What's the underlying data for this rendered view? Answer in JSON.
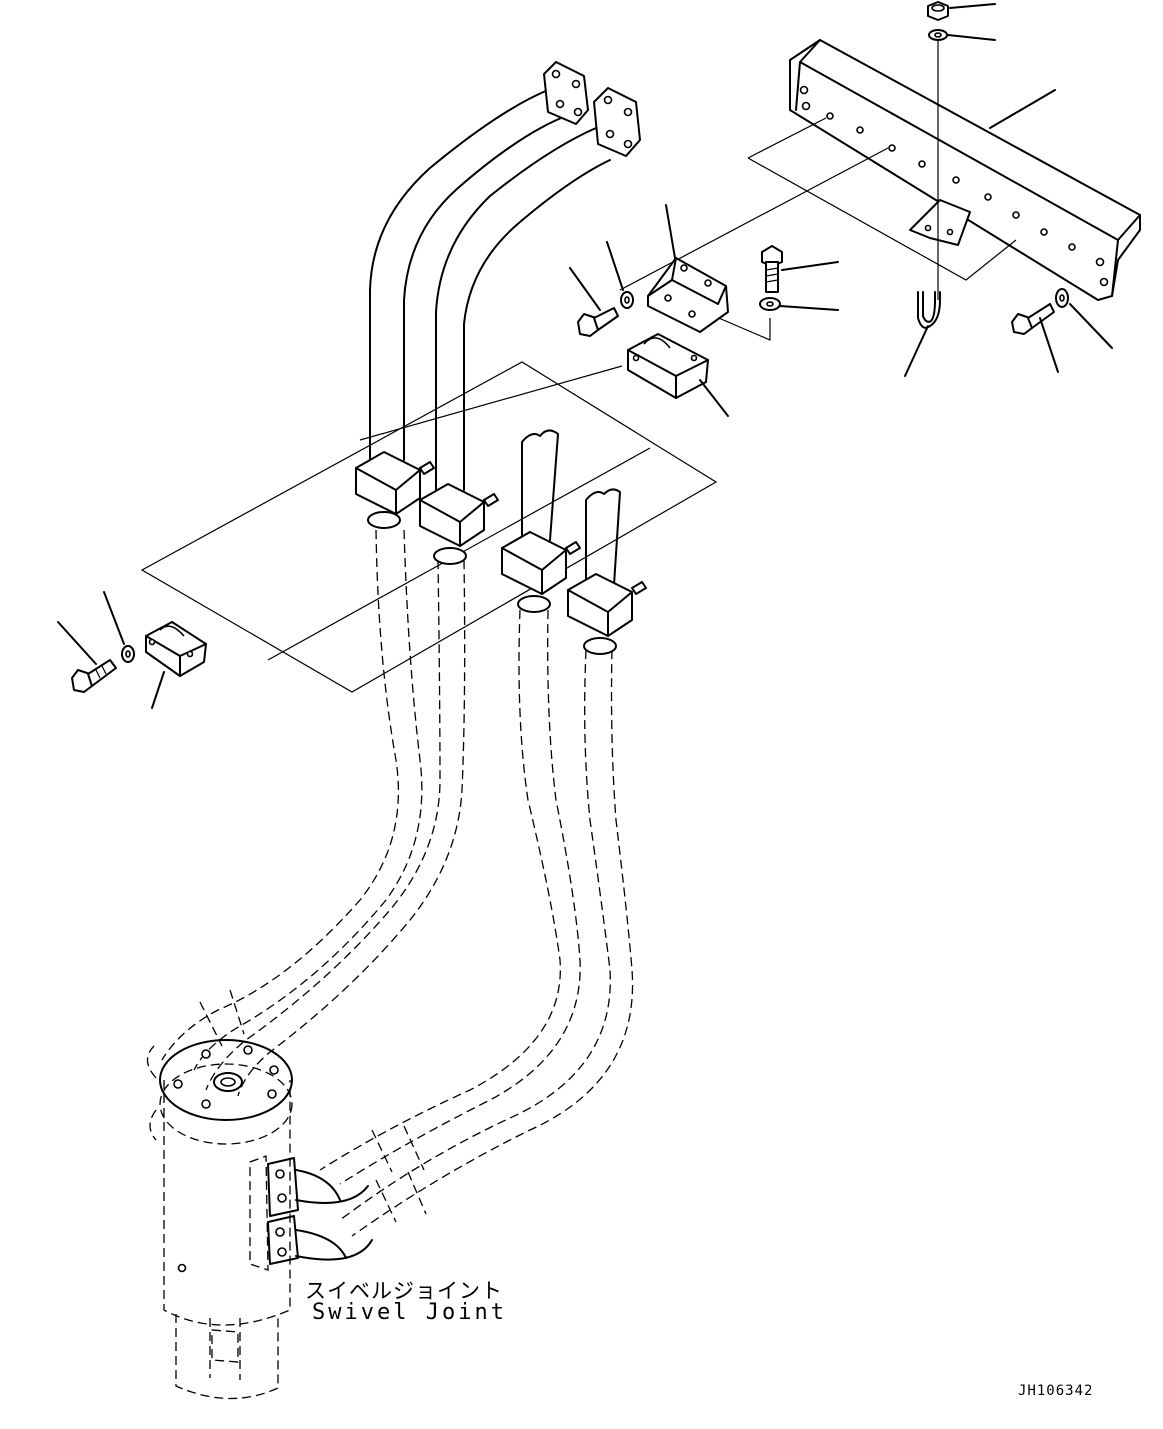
{
  "labels": {
    "swivel_joint_jp": "スイベルジョイント",
    "swivel_joint_en": "Swivel Joint"
  },
  "drawing_id": "JH106342"
}
